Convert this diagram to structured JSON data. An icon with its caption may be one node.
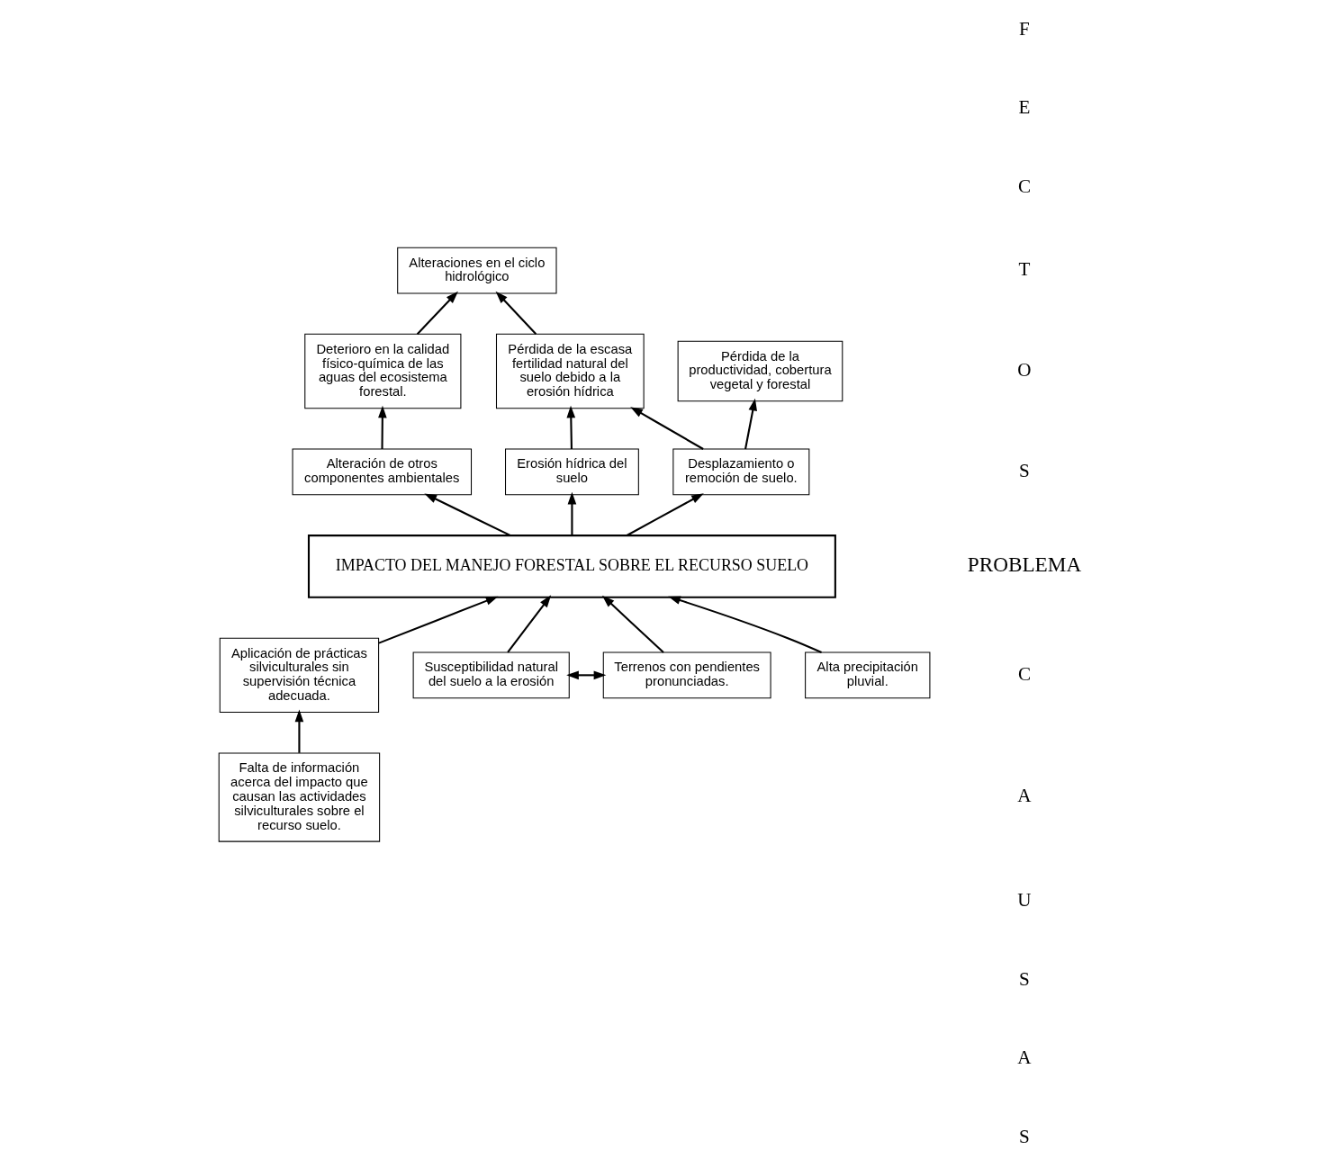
{
  "diagram": {
    "nodes": [
      {
        "text": [
          "Alteraciones en el ciclo hidrológico"
        ]
      },
      {
        "text": [
          "Pérdida de la productividad, cobertura vegetal y forestal"
        ]
      },
      {
        "text": [
          "Deterioro en la calidad físico-química de las aguas del ecosistema forestal."
        ]
      },
      {
        "text": [
          "Pérdida de la escasa fertilidad natural del suelo debido a la erosión hídrica"
        ]
      },
      {
        "text": [
          "Alteración de otros componentes ambientales"
        ]
      },
      {
        "text": [
          "Erosión hídrica del suelo"
        ]
      },
      {
        "text": [
          "Desplazamiento o remoción de suelo."
        ]
      },
      {
        "text": [
          "IMPACTO DEL MANEJO FORESTAL SOBRE EL RECURSO SUELO"
        ]
      },
      {
        "text": [
          "Aplicación de prácticas silviculturales sin supervisión técnica adecuada."
        ]
      },
      {
        "text": [
          "Susceptibilidad natural del suelo a la erosión"
        ]
      },
      {
        "text": [
          "Terrenos con pendientes pronunciadas."
        ]
      },
      {
        "text": [
          "Alta precipitación pluvial."
        ]
      },
      {
        "text": [
          "Falta de información acerca del impacto que causan las actividades silviculturales sobre el recurso suelo."
        ]
      }
    ],
    "edges": [
      {
        "from": 2,
        "to": 0,
        "arrow": "to"
      },
      {
        "from": 3,
        "to": 0,
        "arrow": "to"
      },
      {
        "from": 6,
        "to": 1,
        "arrow": "to"
      },
      {
        "from": 6,
        "to": 3,
        "arrow": "to"
      },
      {
        "from": 4,
        "to": 2,
        "arrow": "to"
      },
      {
        "from": 5,
        "to": 3,
        "arrow": "to"
      },
      {
        "from": 7,
        "to": 4,
        "arrow": "to"
      },
      {
        "from": 7,
        "to": 5,
        "arrow": "to"
      },
      {
        "from": 7,
        "to": 6,
        "arrow": "to"
      },
      {
        "from": 8,
        "to": 7,
        "arrow": "to"
      },
      {
        "from": 9,
        "to": 7,
        "arrow": "to"
      },
      {
        "from": 10,
        "to": 7,
        "arrow": "to"
      },
      {
        "from": 11,
        "to": 7,
        "arrow": "to"
      },
      {
        "from": 12,
        "to": 8,
        "arrow": "to"
      },
      {
        "from": 9,
        "to": 10,
        "arrow": "both"
      }
    ],
    "labels": [
      "F",
      "E",
      "C",
      "T",
      "O",
      "S",
      "PROBLEMA",
      "C",
      "A",
      "U",
      "S",
      "A",
      "S"
    ]
  }
}
